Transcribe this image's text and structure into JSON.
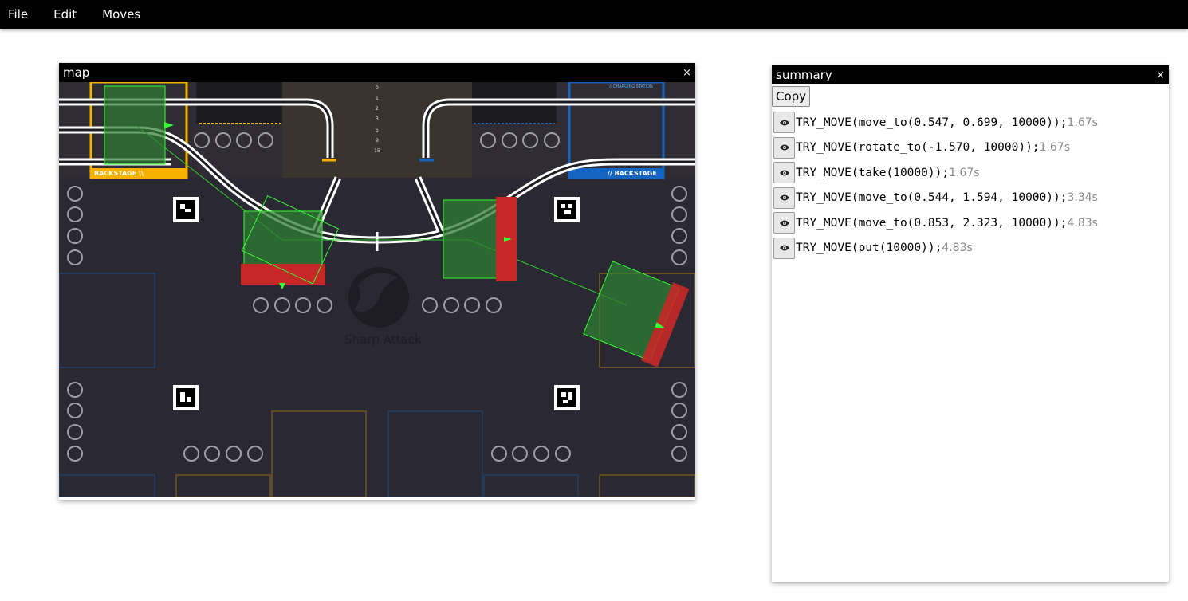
{
  "menubar": {
    "items": [
      "File",
      "Edit",
      "Moves"
    ]
  },
  "map_window": {
    "title": "map",
    "close": "×",
    "board": {
      "scale_numbers": [
        "0",
        "1",
        "2",
        "3",
        "5",
        "9",
        "15"
      ],
      "left_zone_label": "BACKSTAGE \\\\",
      "right_zone_label": "// BACKSTAGE",
      "right_top_label": "// CHARGING STATION",
      "logo_text": "Sharp Attack"
    }
  },
  "summary_window": {
    "title": "summary",
    "close": "×",
    "copy_label": "Copy",
    "moves": [
      {
        "code": "TRY_MOVE(move_to(0.547, 0.699, 10000));",
        "time": "1.67s"
      },
      {
        "code": "TRY_MOVE(rotate_to(-1.570, 10000));",
        "time": "1.67s"
      },
      {
        "code": "TRY_MOVE(take(10000));",
        "time": "1.67s"
      },
      {
        "code": "TRY_MOVE(move_to(0.544, 1.594, 10000));",
        "time": "3.34s"
      },
      {
        "code": "TRY_MOVE(move_to(0.853, 2.323, 10000));",
        "time": "4.83s"
      },
      {
        "code": "TRY_MOVE(put(10000));",
        "time": "4.83s"
      }
    ]
  },
  "colors": {
    "board": "#2a2833",
    "robot_fill": "#2e7d32",
    "robot_stroke": "#33ff33",
    "plank": "#c62828",
    "yellow": "#f5b000",
    "blue": "#1565c0"
  }
}
